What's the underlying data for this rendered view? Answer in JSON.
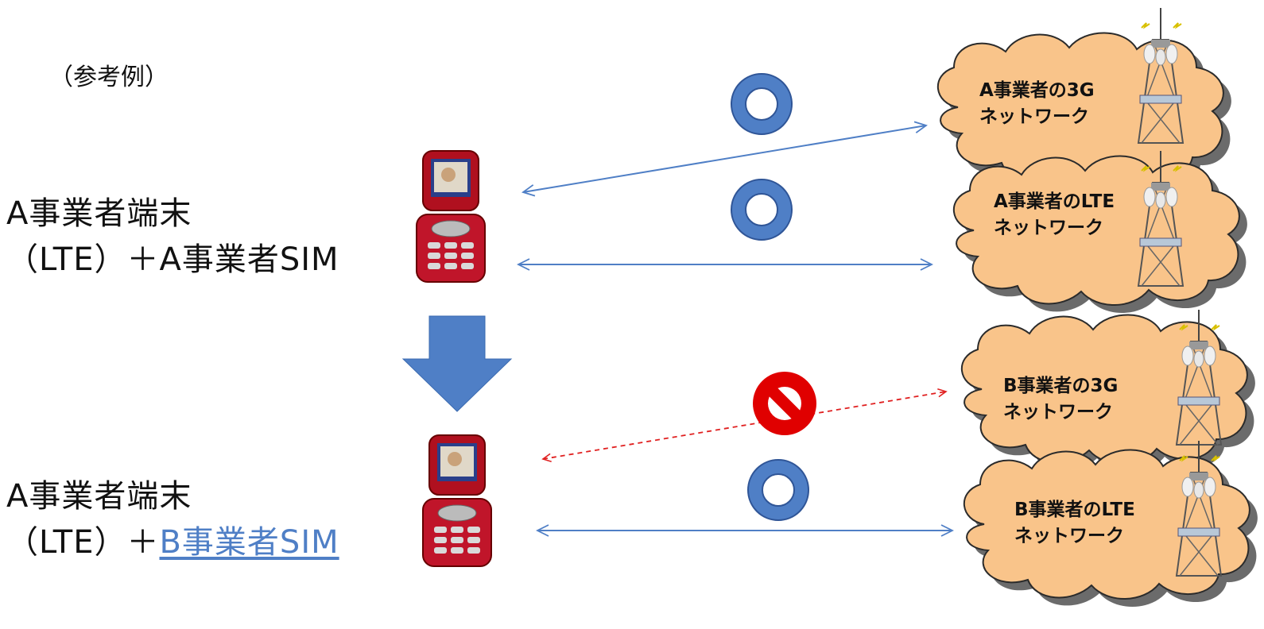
{
  "reference": "（参考例）",
  "scenario_top": {
    "line1": "A事業者端末",
    "line2_prefix": "（LTE）＋",
    "line2_sim": "A事業者SIM"
  },
  "scenario_bottom": {
    "line1": "A事業者端末",
    "line2_prefix": "（LTE）＋",
    "line2_sim": "B事業者SIM"
  },
  "networks": [
    {
      "line1": "A事業者の3G",
      "line2": "ネットワーク",
      "status": "ok"
    },
    {
      "line1": "A事業者のLTE",
      "line2": "ネットワーク",
      "status": "ok"
    },
    {
      "line1": "B事業者の3G",
      "line2": "ネットワーク",
      "status": "prohibited"
    },
    {
      "line1": "B事業者のLTE",
      "line2": "ネットワーク",
      "status": "ok"
    }
  ],
  "colors": {
    "cloud_fill": "#f9c48a",
    "cloud_shadow": "#6b6b6b",
    "ok_ring": "#4f7fc6",
    "ok_ring_stroke": "#2f5597",
    "link_line": "#4f7fc6",
    "blocked_line": "#e02020",
    "prohibited_icon": "#e00000",
    "down_arrow": "#4f7fc6",
    "phone_body": "#c0152a",
    "sim_link_text": "#4f7fc6"
  },
  "icons": [
    "down-arrow-icon",
    "ok-circle-icon",
    "prohibited-icon",
    "phone-icon",
    "tower-icon",
    "cloud-icon"
  ]
}
